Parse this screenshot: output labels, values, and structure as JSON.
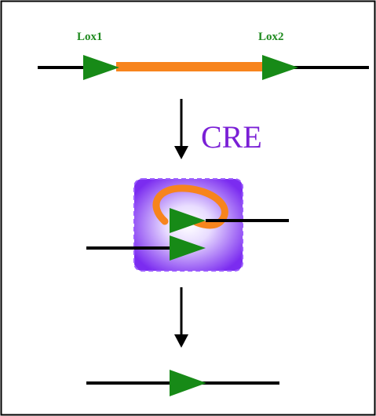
{
  "labels": {
    "lox1": "Lox1",
    "lox2": "Lox2",
    "enzyme": "CRE"
  },
  "colors": {
    "border": "#000000",
    "dna_line": "#000000",
    "lox_site": "#178a17",
    "lox_label": "#1f8a1f",
    "excised_segment": "#f7841d",
    "enzyme_label": "#7a1fd6",
    "enzyme_fill_edge": "#7b2cf0",
    "enzyme_fill_center": "#ffffff",
    "enzyme_dash": "#9b5cff",
    "arrow": "#000000"
  },
  "icons": {
    "lox_site": "green-triangle",
    "enzyme_complex": "purple-glow-box",
    "excised_loop": "orange-loop"
  }
}
